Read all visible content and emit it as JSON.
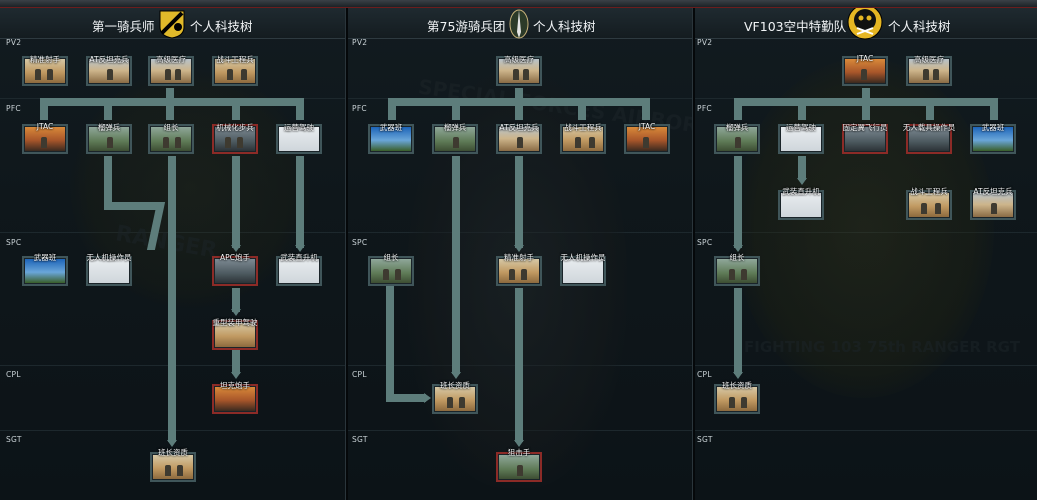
{
  "columns": [
    {
      "title": "第一骑兵师",
      "suffix": "个人科技树",
      "badge_icon": "cavalry-badge-icon",
      "watermark": "RANGER"
    },
    {
      "title": "第75游骑兵团",
      "suffix": "个人科技树",
      "badge_icon": "special-forces-dagger-icon",
      "watermark": "SPECIAL FORCES AIRBORNE"
    },
    {
      "title": "VF103空中特勤队",
      "suffix": "个人科技树",
      "badge_icon": "jolly-roger-skull-icon",
      "watermark": "FIGHTING 103 75th RANGER RGT"
    }
  ],
  "ranks": [
    "PV2",
    "PFC",
    "SPC",
    "CPL",
    "SGT"
  ],
  "nodes": {
    "c1": {
      "pv2": [
        "精准射手",
        "AT反坦克兵",
        "高级医疗",
        "战斗工程兵"
      ],
      "pfc": [
        "JTAC",
        "榴弹兵",
        "组长",
        "机械化步兵",
        "运营驾驶"
      ],
      "spc": [
        "武器班",
        "无人机操作员",
        "APC炮手",
        "武装直升机"
      ],
      "cpl": [
        "重型装甲驾驶",
        "坦克炮手"
      ],
      "sgt": [
        "班长资质"
      ]
    },
    "c2": {
      "pv2": [
        "高级医疗"
      ],
      "pfc": [
        "武器班",
        "榴弹兵",
        "AT反坦克兵",
        "战斗工程兵",
        "JTAC"
      ],
      "spc": [
        "组长",
        "精准射手",
        "无人机操作员"
      ],
      "cpl": [
        "班长资质"
      ],
      "sgt": [
        "狙击手"
      ]
    },
    "c3": {
      "pv2": [
        "JTAC",
        "高级医疗"
      ],
      "pfc": [
        "榴弹兵",
        "运营驾驶",
        "固定翼飞行员",
        "无人载具操作员",
        "武器班"
      ],
      "pfc2": [
        "武装直升机",
        "战斗工程兵",
        "AT反坦克兵"
      ],
      "spc": [
        "组长"
      ],
      "cpl": [
        "班长资质"
      ]
    }
  }
}
